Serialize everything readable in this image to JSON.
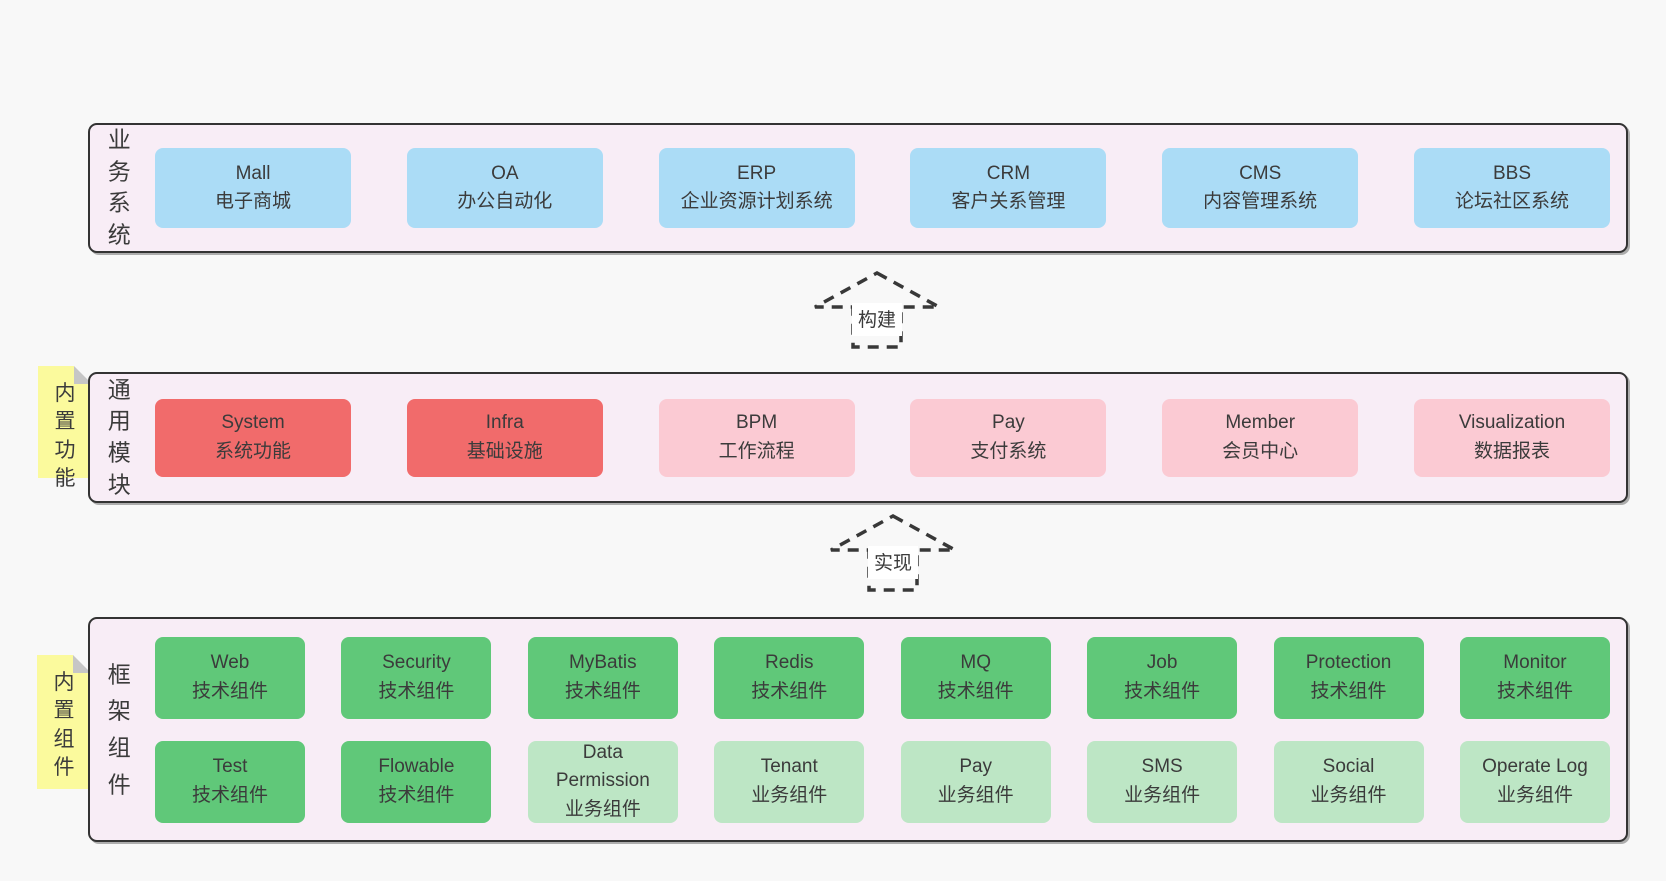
{
  "colors": {
    "page-bg": "#f8f8f8",
    "panel-bg": "#f8edf6",
    "panel-border": "#333333",
    "text": "#3b3b3b",
    "blue": "#abdcf6",
    "red": "#f16b6b",
    "pink": "#fbcad3",
    "green-dark": "#60c879",
    "green-light": "#bde6c5",
    "note-bg": "#fbfa9d",
    "note-fold": "#c6c6c6",
    "arrow": "#383838",
    "label-bg": "#ffffff"
  },
  "arrows": [
    {
      "label": "构建"
    },
    {
      "label": "实现"
    }
  ],
  "layers": [
    {
      "label": "业务系统",
      "boxes": [
        {
          "title": "Mall",
          "subtitle": "电子商城",
          "variant": "blue"
        },
        {
          "title": "OA",
          "subtitle": "办公自动化",
          "variant": "blue"
        },
        {
          "title": "ERP",
          "subtitle": "企业资源计划系统",
          "variant": "blue"
        },
        {
          "title": "CRM",
          "subtitle": "客户关系管理",
          "variant": "blue"
        },
        {
          "title": "CMS",
          "subtitle": "内容管理系统",
          "variant": "blue"
        },
        {
          "title": "BBS",
          "subtitle": "论坛社区系统",
          "variant": "blue"
        }
      ]
    },
    {
      "label": "通用模块",
      "note": "内置功能",
      "boxes": [
        {
          "title": "System",
          "subtitle": "系统功能",
          "variant": "red"
        },
        {
          "title": "Infra",
          "subtitle": "基础设施",
          "variant": "red"
        },
        {
          "title": "BPM",
          "subtitle": "工作流程",
          "variant": "pink"
        },
        {
          "title": "Pay",
          "subtitle": "支付系统",
          "variant": "pink"
        },
        {
          "title": "Member",
          "subtitle": "会员中心",
          "variant": "pink"
        },
        {
          "title": "Visualization",
          "subtitle": "数据报表",
          "variant": "pink"
        }
      ]
    },
    {
      "label": "框架组件",
      "note": "内置组件",
      "rows": [
        [
          {
            "title": "Web",
            "subtitle": "技术组件",
            "variant": "green-dark"
          },
          {
            "title": "Security",
            "subtitle": "技术组件",
            "variant": "green-dark"
          },
          {
            "title": "MyBatis",
            "subtitle": "技术组件",
            "variant": "green-dark"
          },
          {
            "title": "Redis",
            "subtitle": "技术组件",
            "variant": "green-dark"
          },
          {
            "title": "MQ",
            "subtitle": "技术组件",
            "variant": "green-dark"
          },
          {
            "title": "Job",
            "subtitle": "技术组件",
            "variant": "green-dark"
          },
          {
            "title": "Protection",
            "subtitle": "技术组件",
            "variant": "green-dark"
          },
          {
            "title": "Monitor",
            "subtitle": "技术组件",
            "variant": "green-dark"
          }
        ],
        [
          {
            "title": "Test",
            "subtitle": "技术组件",
            "variant": "green-dark"
          },
          {
            "title": "Flowable",
            "subtitle": "技术组件",
            "variant": "green-dark"
          },
          {
            "title": "Data Permission",
            "subtitle": "业务组件",
            "variant": "green-light"
          },
          {
            "title": "Tenant",
            "subtitle": "业务组件",
            "variant": "green-light"
          },
          {
            "title": "Pay",
            "subtitle": "业务组件",
            "variant": "green-light"
          },
          {
            "title": "SMS",
            "subtitle": "业务组件",
            "variant": "green-light"
          },
          {
            "title": "Social",
            "subtitle": "业务组件",
            "variant": "green-light"
          },
          {
            "title": "Operate Log",
            "subtitle": "业务组件",
            "variant": "green-light"
          }
        ]
      ]
    }
  ]
}
